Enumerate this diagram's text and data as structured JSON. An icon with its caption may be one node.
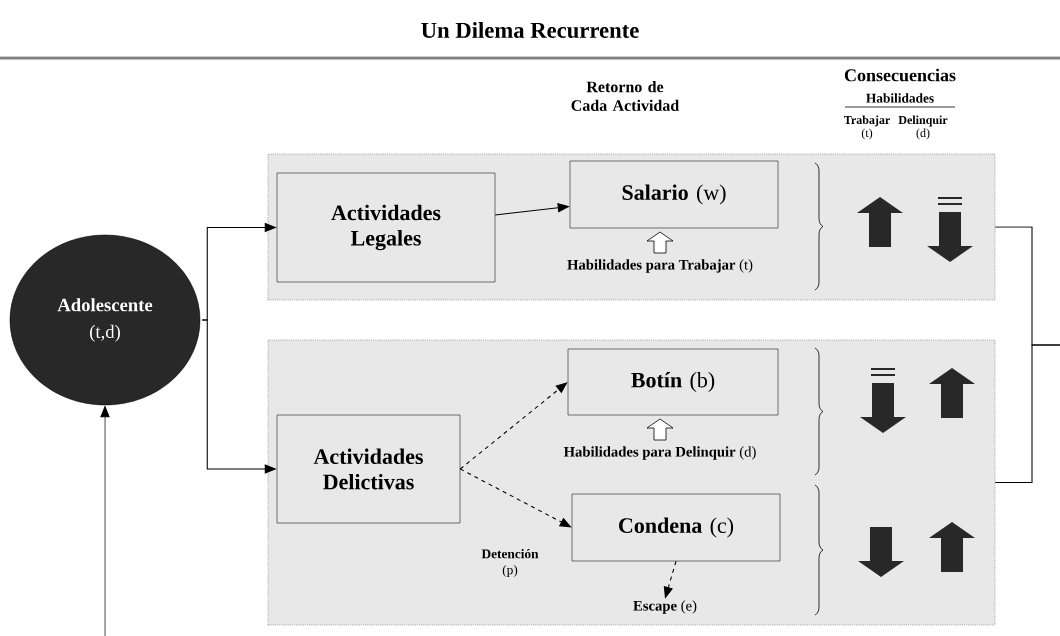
{
  "diagram": {
    "title": "Un Dilema Recurrente",
    "nodes": [
      {
        "text": [
          "Adolescente",
          "(t,d)"
        ]
      },
      {
        "text": [],
        "shape": "box"
      },
      {
        "text": [
          "Actividades Legales"
        ],
        "in": 1
      },
      {
        "text": [
          "**Salario** (w)"
        ],
        "in": 1,
        "beside": [
          "**Habilidades para Trabajar** (t)"
        ]
      },
      {
        "text": [],
        "shape": "box"
      },
      {
        "text": [
          "Actividades Delictivas"
        ],
        "in": 4
      },
      {
        "text": [
          "**Botín** (b)"
        ],
        "in": 4,
        "beside": [
          "**Habilidades para Delinquir** (d)"
        ]
      },
      {
        "text": [
          "**Condena** (c)"
        ],
        "in": 4
      },
      {
        "text": [
          "**Escape** (e)"
        ],
        "in": 4
      }
    ],
    "edges": [
      {
        "from": 0,
        "to": 2,
        "arrow": "to"
      },
      {
        "from": 0,
        "to": 5,
        "arrow": "to"
      },
      {
        "from": 2,
        "to": 3,
        "arrow": "to"
      },
      {
        "from": 5,
        "to": 6,
        "arrow": "to",
        "style": "dashed"
      },
      {
        "from": 5,
        "to": 7,
        "arrow": "to",
        "style": "dashed",
        "label": "**Detención** (p)"
      },
      {
        "from": 7,
        "to": 8,
        "arrow": "to",
        "style": "dashed"
      },
      {
        "from": 1,
        "to": null,
        "arrow": "none"
      },
      {
        "from": 4,
        "to": null,
        "arrow": "none"
      },
      {
        "from": null,
        "to": 0,
        "arrow": "to"
      }
    ],
    "labels": [
      "Retorno de Cada Actividad",
      "Consecuencias",
      "Habilidades",
      "Trabajar",
      "(t)",
      "Delinquir",
      "(d)"
    ]
  }
}
